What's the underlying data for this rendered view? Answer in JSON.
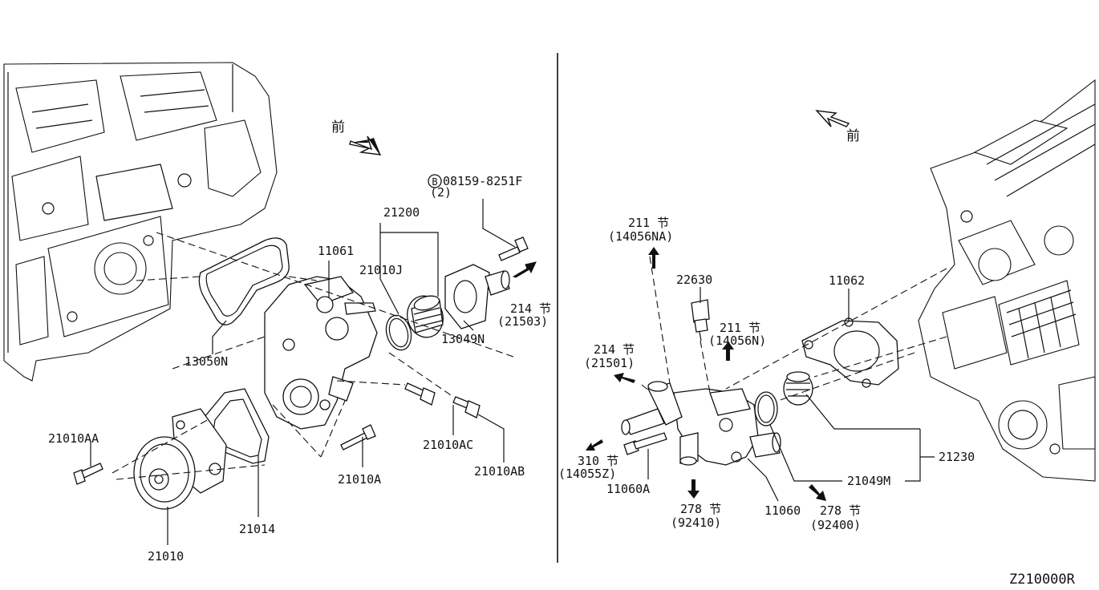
{
  "labels": {
    "l1": "08159-8251F",
    "l1b": "(2)",
    "l2": "21200",
    "l3": "11061",
    "l4": "21010J",
    "l5": "214 节",
    "l5b": "(21503)",
    "l6": "13049N",
    "l7": "13050N",
    "l8": "21010AC",
    "l9": "21010AB",
    "l10": "21010AA",
    "l11": "21010A",
    "l12": "21014",
    "l13": "21010",
    "r1": "211 节",
    "r1b": "(14056NA)",
    "r2": "22630",
    "r3": "211 节",
    "r3b": "(14056N)",
    "r4": "214 节",
    "r4b": "(21501)",
    "r5": "11062",
    "r6": "310 节",
    "r6b": "(14055Z)",
    "r7": "11060A",
    "r8": "278 节",
    "r8b": "(92410)",
    "r9": "11060",
    "r10": "278 节",
    "r10b": "(92400)",
    "r11": "21049M",
    "r12": "21230",
    "front_left": "前",
    "front_right": "前",
    "bolt_marker": "B",
    "code": "Z210000R"
  },
  "icons": {
    "front_arrow": "front-direction-arrow-icon",
    "flow_arrow": "flow-arrow-icon"
  }
}
